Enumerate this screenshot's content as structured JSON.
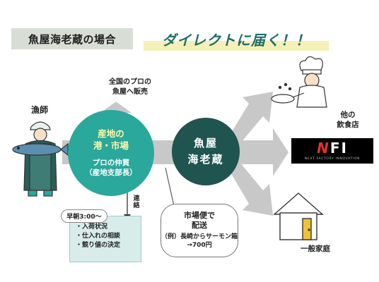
{
  "header": {
    "case_label": "魚屋海老蔵の場合",
    "headline": "ダイレクトに届く！！"
  },
  "fisher": {
    "label": "漁師"
  },
  "market_circle": {
    "title_line1": "産地の",
    "title_line2": "港・市場",
    "sub_line1": "プロの仲買",
    "sub_line2": "（産地支部長）"
  },
  "upward_branch": {
    "line1": "全国のプロの",
    "line2": "魚屋へ販売"
  },
  "liaison": {
    "label": "連絡"
  },
  "morning_note": {
    "tag": "早朝3:00〜",
    "items": [
      "・入荷状況",
      "・仕入れの相談",
      "・競り値の決定"
    ]
  },
  "ebizo_circle": {
    "line1": "魚屋",
    "line2": "海老蔵"
  },
  "shipping_bubble": {
    "line1": "市場便で",
    "line2": "配送",
    "line3": "（例）長崎からサーモン箱",
    "line4": "→700円"
  },
  "destinations": {
    "restaurants_line1": "他の",
    "restaurants_line2": "飲食店",
    "nfi_logo": "NFI",
    "nfi_tagline": "NEXT FACTORY INNOVATION",
    "households": "一般家庭"
  },
  "colors": {
    "teal": "#2aa89c",
    "dark_teal": "#1f5450",
    "headline_green": "#1f6e66",
    "arrow_gray": "#c8c8c8",
    "highlight_yellow": "#f6f0b8",
    "note_fill": "#d8ecea",
    "house_yellow": "#f2c230"
  },
  "icons": [
    "fisherman-illustration",
    "chef-illustration",
    "house-illustration"
  ]
}
